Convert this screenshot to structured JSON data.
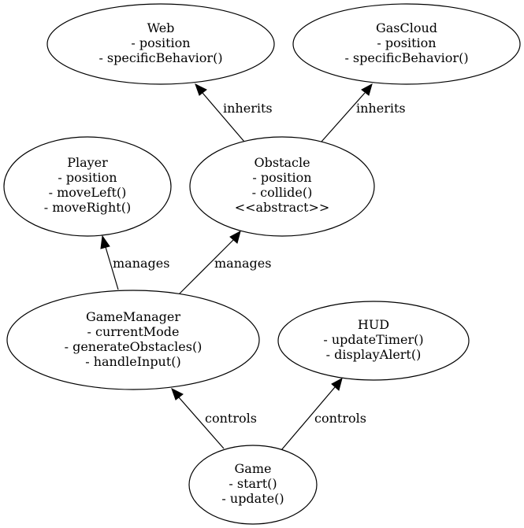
{
  "nodes": {
    "web": {
      "lines": [
        "Web",
        "- position",
        "- specificBehavior()"
      ]
    },
    "gascloud": {
      "lines": [
        "GasCloud",
        "- position",
        "- specificBehavior()"
      ]
    },
    "player": {
      "lines": [
        "Player",
        "- position",
        "- moveLeft()",
        "- moveRight()"
      ]
    },
    "obstacle": {
      "lines": [
        "Obstacle",
        "- position",
        "- collide()",
        "<<abstract>>"
      ]
    },
    "gamemanager": {
      "lines": [
        "GameManager",
        "- currentMode",
        "- generateObstacles()",
        "- handleInput()"
      ]
    },
    "hud": {
      "lines": [
        "HUD",
        "- updateTimer()",
        "- displayAlert()"
      ]
    },
    "game": {
      "lines": [
        "Game",
        "- start()",
        "- update()"
      ]
    }
  },
  "edges": {
    "obstacle_web": {
      "label": "inherits"
    },
    "obstacle_gascloud": {
      "label": "inherits"
    },
    "gamemanager_player": {
      "label": "manages"
    },
    "gamemanager_obstacle": {
      "label": "manages"
    },
    "game_gamemanager": {
      "label": "controls"
    },
    "game_hud": {
      "label": "controls"
    }
  }
}
